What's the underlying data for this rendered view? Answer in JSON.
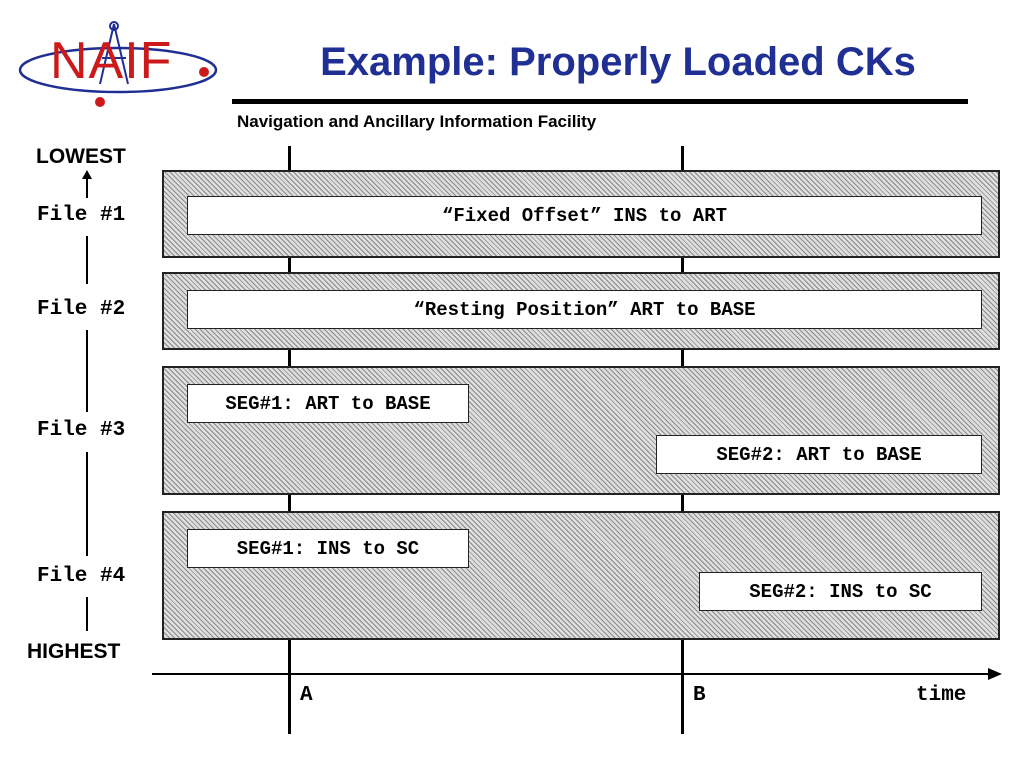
{
  "header": {
    "title": "Example: Properly Loaded CKs",
    "subtitle": "Navigation and Ancillary Information Facility",
    "logo_text": "NAIF",
    "title_color": "#1f2f94",
    "logo_color": "#cc1a1a"
  },
  "priority": {
    "lowest_label": "LOWEST",
    "highest_label": "HIGHEST"
  },
  "files": [
    {
      "label": "File #1",
      "segments": [
        {
          "text": "“Fixed Offset” INS to ART"
        }
      ]
    },
    {
      "label": "File #2",
      "segments": [
        {
          "text": "“Resting Position” ART to BASE"
        }
      ]
    },
    {
      "label": "File #3",
      "segments": [
        {
          "text": "SEG#1: ART to BASE"
        },
        {
          "text": "SEG#2: ART to BASE"
        }
      ]
    },
    {
      "label": "File #4",
      "segments": [
        {
          "text": "SEG#1: INS to SC"
        },
        {
          "text": "SEG#2: INS to SC"
        }
      ]
    }
  ],
  "time_axis": {
    "marker_a": "A",
    "marker_b": "B",
    "label": "time"
  }
}
